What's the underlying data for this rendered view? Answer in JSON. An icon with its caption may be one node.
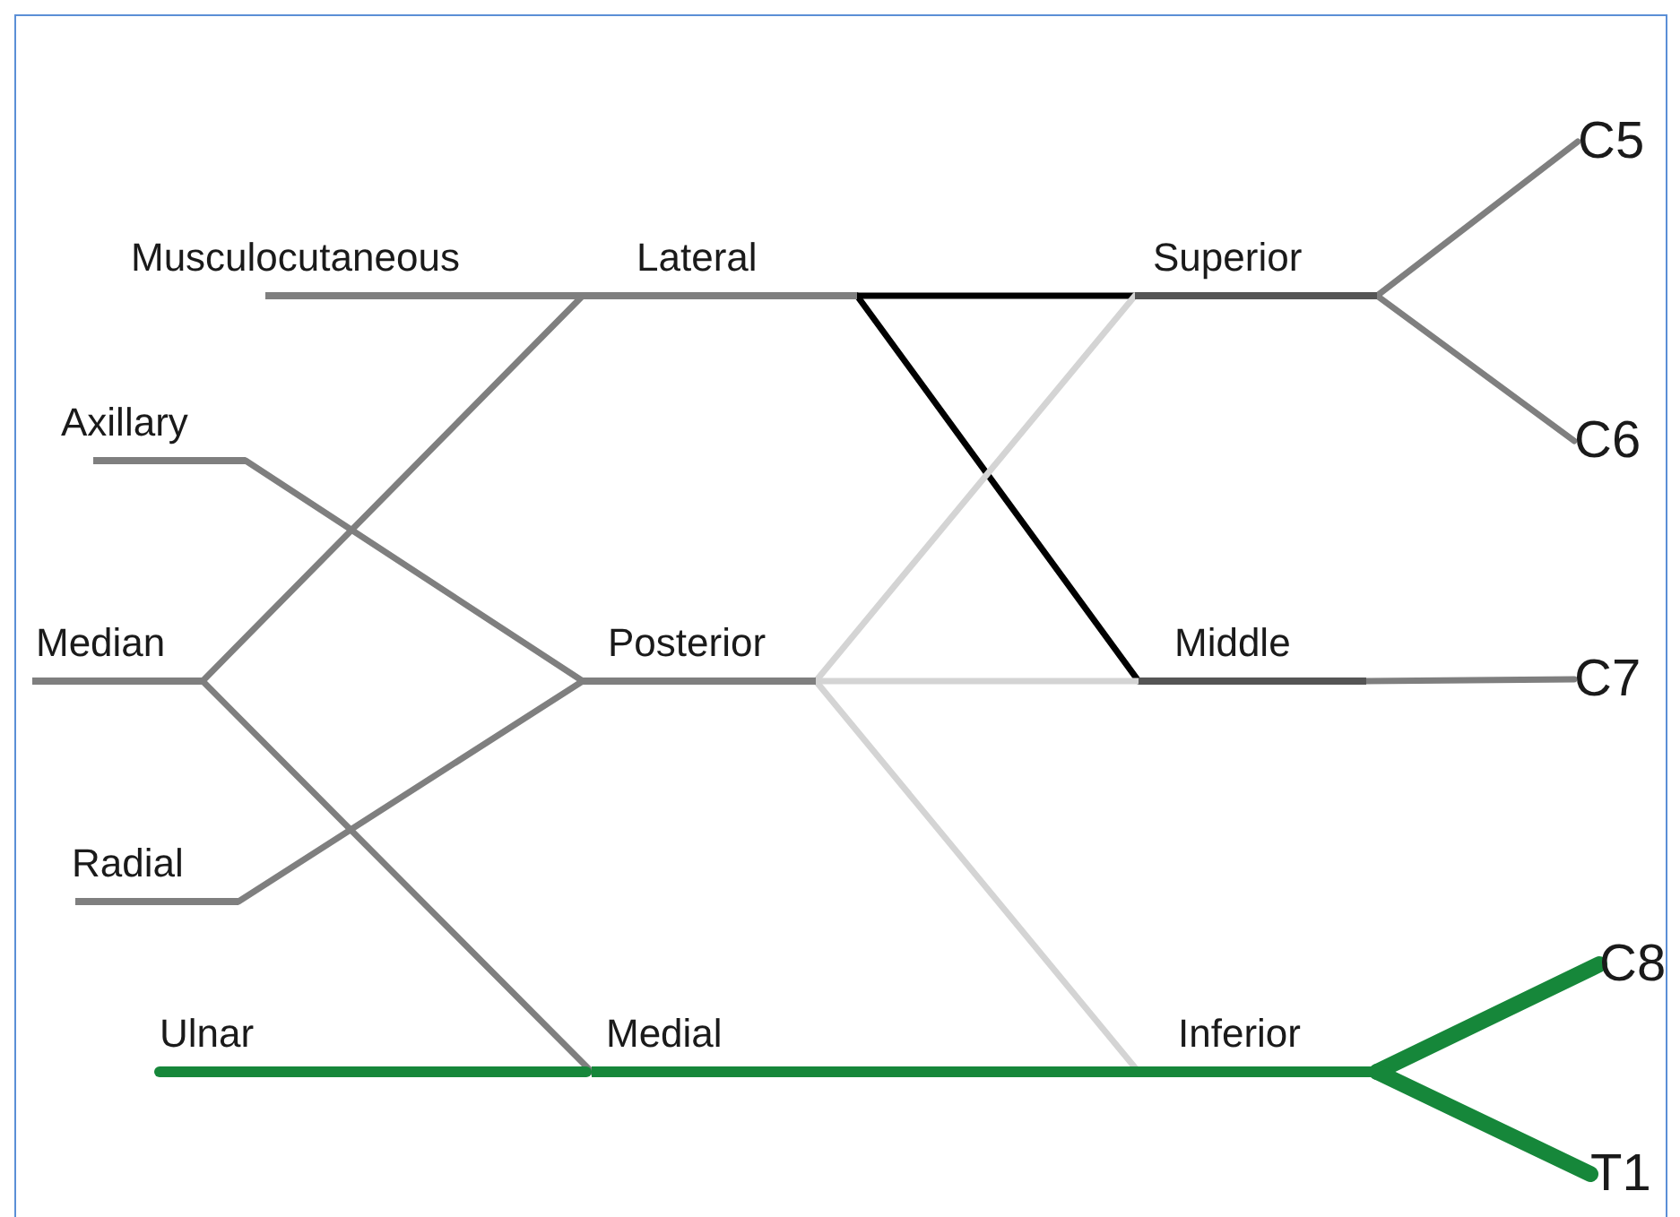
{
  "diagram": {
    "nodes": [
      {
        "text": [
          "Musculocutaneous"
        ]
      },
      {
        "text": [
          "Lateral"
        ]
      },
      {
        "text": [
          "Superior"
        ]
      },
      {
        "text": [
          "C5"
        ]
      },
      {
        "text": [
          "C6"
        ]
      },
      {
        "text": [
          "Axillary"
        ]
      },
      {
        "text": [
          "Median"
        ]
      },
      {
        "text": [
          "Posterior"
        ]
      },
      {
        "text": [
          "Middle"
        ]
      },
      {
        "text": [
          "C7"
        ]
      },
      {
        "text": [
          "Radial"
        ]
      },
      {
        "text": [
          "Ulnar"
        ]
      },
      {
        "text": [
          "Medial"
        ]
      },
      {
        "text": [
          "Inferior"
        ]
      },
      {
        "text": [
          "C8"
        ]
      },
      {
        "text": [
          "T1"
        ]
      }
    ],
    "edges": [
      {
        "from": 3,
        "to": 2,
        "arrow": "none"
      },
      {
        "from": 4,
        "to": 2,
        "arrow": "none"
      },
      {
        "from": 9,
        "to": 8,
        "arrow": "none"
      },
      {
        "from": 14,
        "to": 13,
        "arrow": "none",
        "style": "thick",
        "color": "#16873a"
      },
      {
        "from": 15,
        "to": 13,
        "arrow": "none",
        "style": "thick",
        "color": "#16873a"
      },
      {
        "from": 2,
        "to": 1,
        "arrow": "none",
        "color": "#000000"
      },
      {
        "from": 8,
        "to": 1,
        "arrow": "none",
        "color": "#000000"
      },
      {
        "from": 2,
        "to": 7,
        "arrow": "none",
        "color": "#d4d4d4"
      },
      {
        "from": 8,
        "to": 7,
        "arrow": "none",
        "color": "#d4d4d4"
      },
      {
        "from": 13,
        "to": 7,
        "arrow": "none",
        "color": "#d4d4d4"
      },
      {
        "from": 1,
        "to": 6,
        "arrow": "none"
      },
      {
        "from": 12,
        "to": 6,
        "arrow": "none"
      },
      {
        "from": 7,
        "to": 5,
        "arrow": "none"
      },
      {
        "from": 7,
        "to": 10,
        "arrow": "none"
      }
    ]
  }
}
